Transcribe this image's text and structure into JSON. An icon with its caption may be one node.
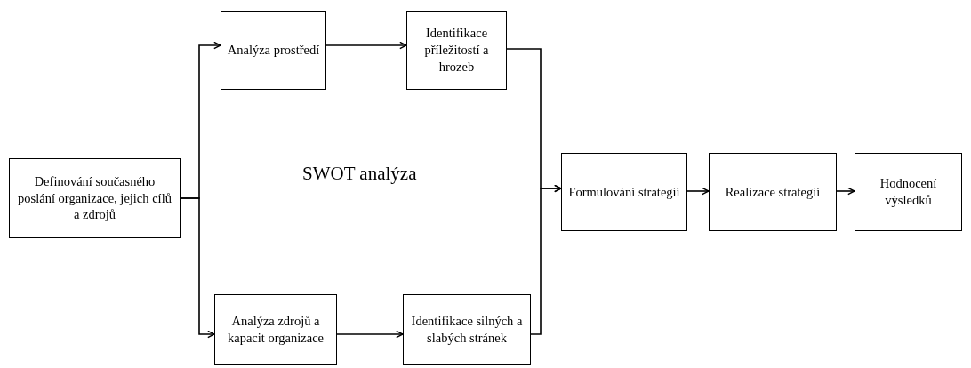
{
  "diagram": {
    "nodes": [
      {
        "text": [
          "Definování současného poslání organizace, jejich cílů a zdrojů"
        ]
      },
      {
        "text": [
          "Analýza prostředí"
        ]
      },
      {
        "text": [
          "Identifikace příležitostí a hrozeb"
        ]
      },
      {
        "text": [
          "Analýza zdrojů a kapacit organizace"
        ]
      },
      {
        "text": [
          "Identifikace silných a slabých stránek"
        ]
      },
      {
        "text": [
          "Formulování strategií"
        ]
      },
      {
        "text": [
          "Realizace strategií"
        ]
      },
      {
        "text": [
          "Hodnocení výsledků"
        ]
      }
    ],
    "edges": [
      {
        "from": 0,
        "to": 1,
        "arrow": "to"
      },
      {
        "from": 0,
        "to": 3,
        "arrow": "to"
      },
      {
        "from": 1,
        "to": 2,
        "arrow": "to"
      },
      {
        "from": 3,
        "to": 4,
        "arrow": "to"
      },
      {
        "from": 2,
        "to": 5,
        "arrow": "to"
      },
      {
        "from": 4,
        "to": 5,
        "arrow": "to"
      },
      {
        "from": 5,
        "to": 6,
        "arrow": "to"
      },
      {
        "from": 6,
        "to": 7,
        "arrow": "to"
      }
    ],
    "labels": [
      "SWOT analýza"
    ]
  }
}
